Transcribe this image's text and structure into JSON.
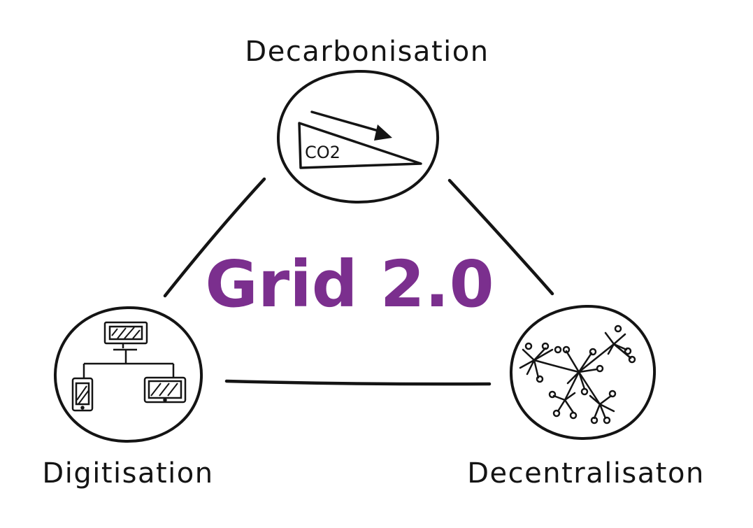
{
  "diagram": {
    "center_title": "Grid 2.0",
    "nodes": [
      {
        "id": "decarbonisation",
        "label": "Decarbonisation",
        "icon": "co2-reduction-icon",
        "icon_text": "CO2"
      },
      {
        "id": "digitisation",
        "label": "Digitisation",
        "icon": "computer-network-icon"
      },
      {
        "id": "decentralisation",
        "label": "Decentralisaton",
        "icon": "distributed-network-icon"
      }
    ],
    "edges": [
      {
        "from": "decarbonisation",
        "to": "digitisation"
      },
      {
        "from": "decarbonisation",
        "to": "decentralisation"
      },
      {
        "from": "digitisation",
        "to": "decentralisation"
      }
    ]
  },
  "colors": {
    "ink": "#141414",
    "accent": "#7b2f8e",
    "background": "#ffffff"
  }
}
